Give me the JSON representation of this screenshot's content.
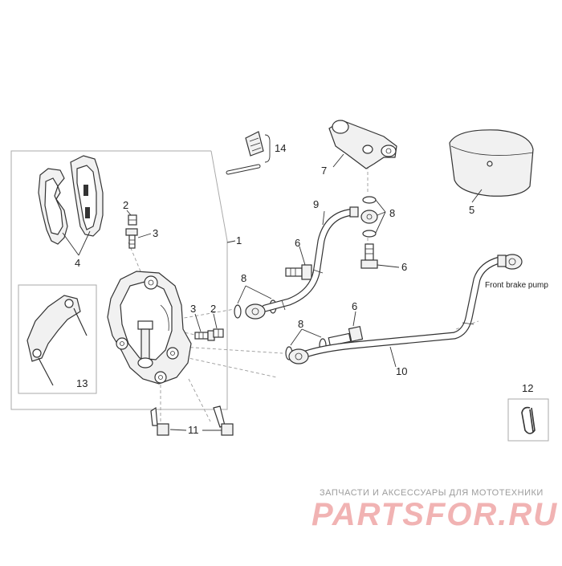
{
  "diagram": {
    "callouts": {
      "c1": "1",
      "c2a": "2",
      "c2b": "2",
      "c3a": "3",
      "c3b": "3",
      "c4": "4",
      "c5": "5",
      "c6a": "6",
      "c6b": "6",
      "c6c": "6",
      "c7": "7",
      "c8a": "8",
      "c8b": "8",
      "c8c": "8",
      "c9": "9",
      "c10": "10",
      "c11": "11",
      "c12": "12",
      "c13": "13",
      "c14": "14"
    },
    "annotation_front_brake_pump": "Front brake pump"
  },
  "watermark": {
    "tagline": "ЗАПЧАСТИ И АКСЕССУАРЫ ДЛЯ МОТОТЕХНИКИ",
    "brand": "PARTSFOR.RU"
  }
}
